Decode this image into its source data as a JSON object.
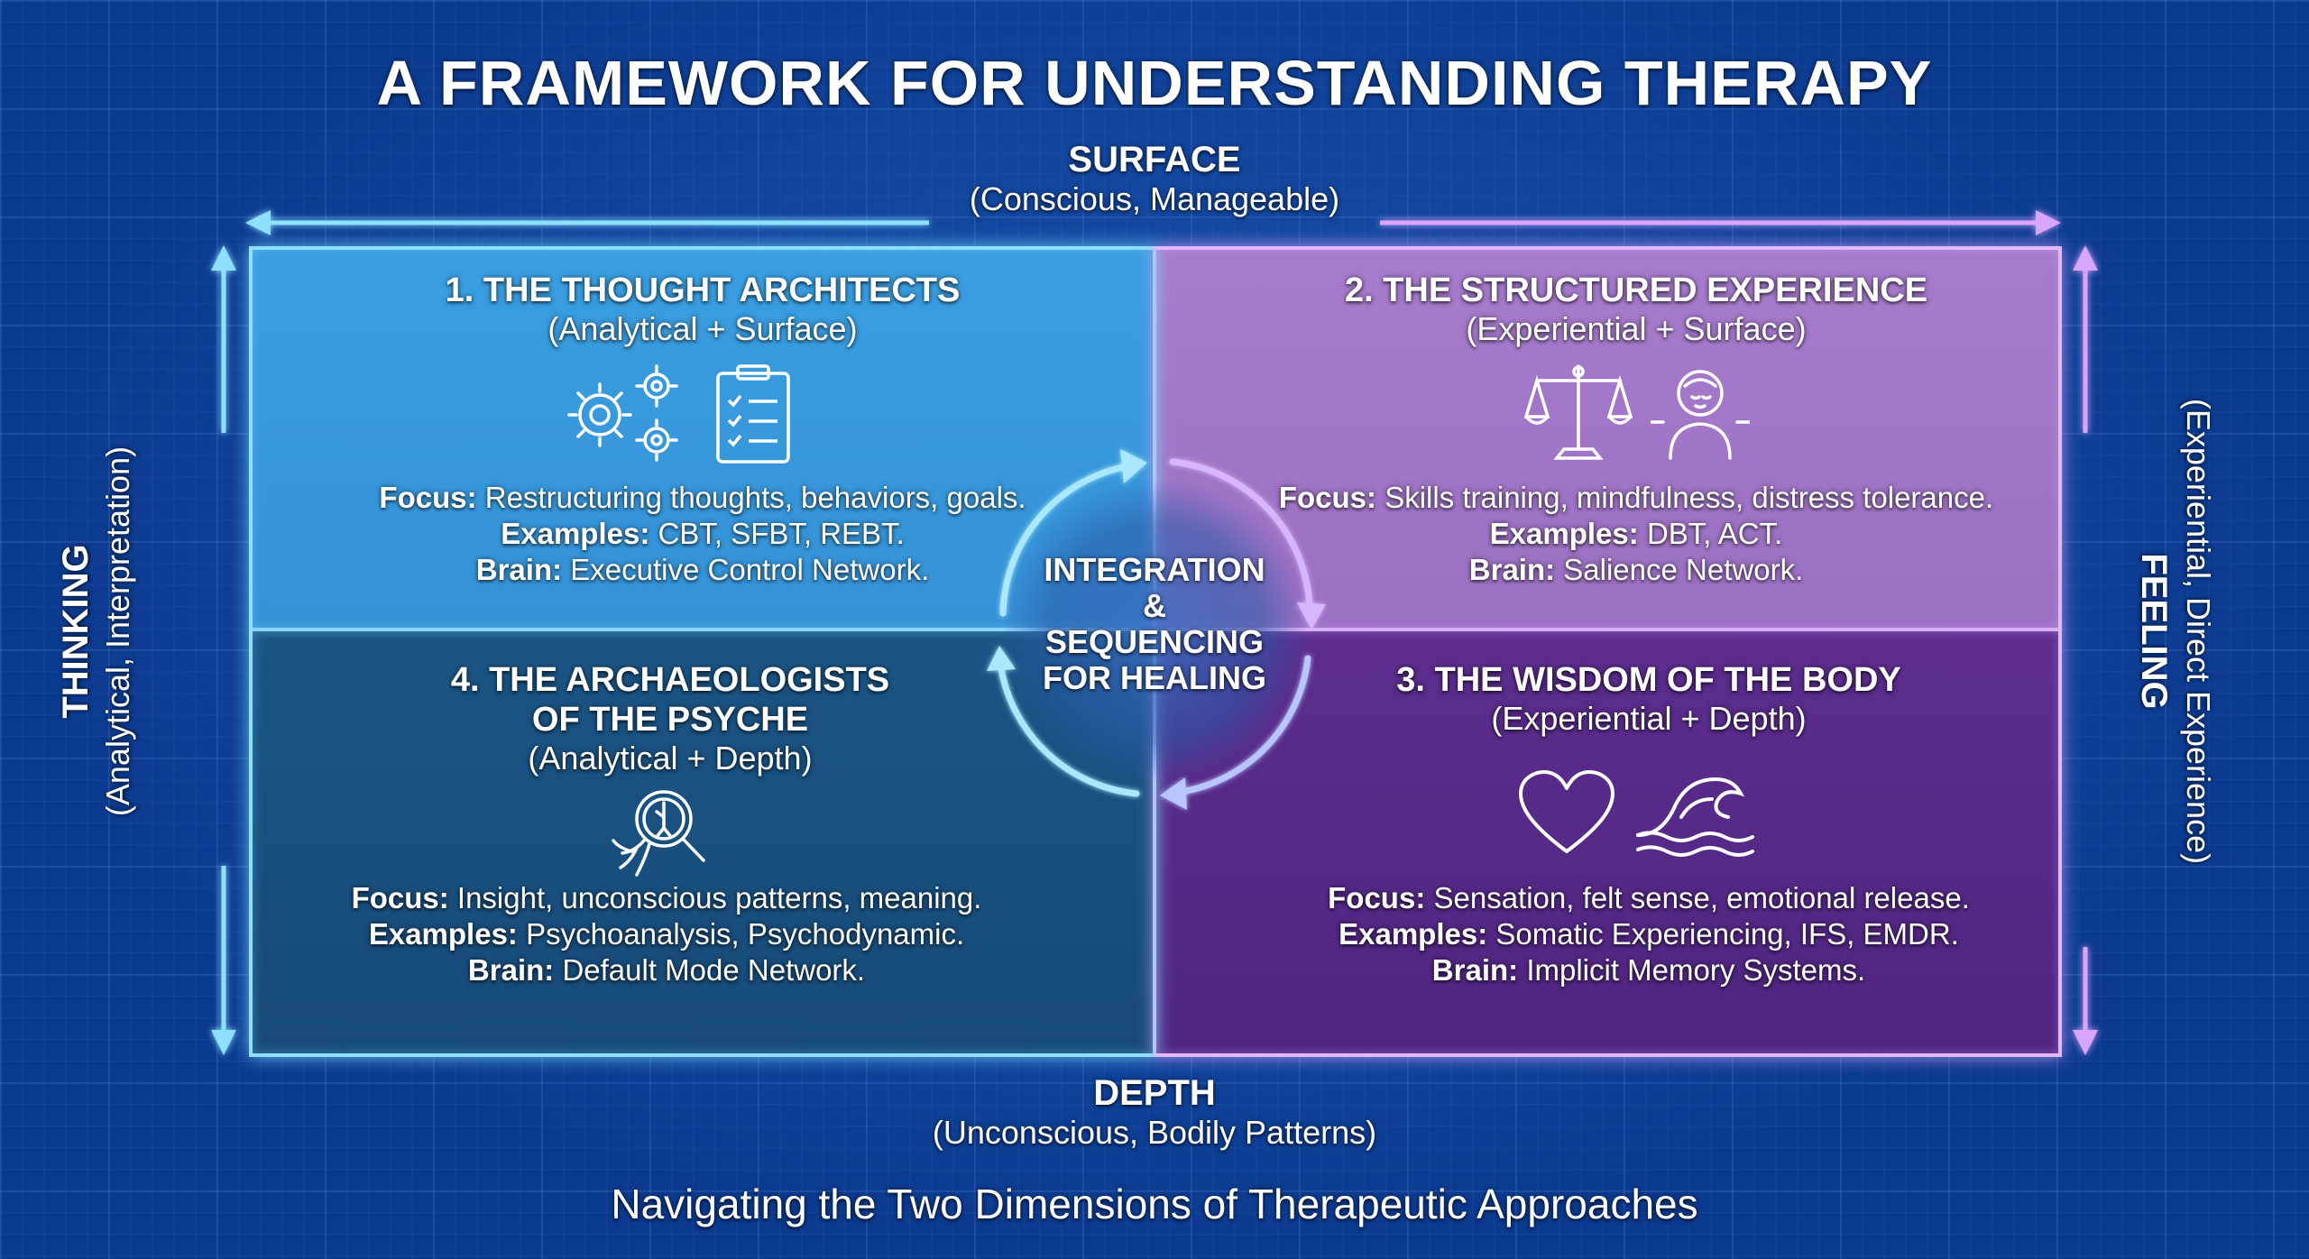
{
  "title": "A FRAMEWORK FOR UNDERSTANDING THERAPY",
  "subtitle": "Navigating the Two Dimensions of Therapeutic Approaches",
  "axes": {
    "top": {
      "label": "SURFACE",
      "sub": "(Conscious, Manageable)"
    },
    "bottom": {
      "label": "DEPTH",
      "sub": "(Unconscious, Bodily Patterns)"
    },
    "left": {
      "label": "THINKING",
      "sub": "(Analytical, Interpretation)"
    },
    "right": {
      "label": "FEELING",
      "sub": "(Experiential, Direct Experience)"
    }
  },
  "center": {
    "line1": "INTEGRATION",
    "line2": "&",
    "line3": "SEQUENCING",
    "line4": "FOR HEALING"
  },
  "quadrants": [
    {
      "title": "1. THE THOUGHT ARCHITECTS",
      "sub": "(Analytical + Surface)",
      "icons": [
        "gears-icon",
        "checklist-icon"
      ],
      "focus_label": "Focus:",
      "focus": "Restructuring thoughts, behaviors, goals.",
      "examples_label": "Examples:",
      "examples": "CBT, SFBT, REBT.",
      "brain_label": "Brain:",
      "brain": "Executive Control Network.",
      "color": "#3a9ee0"
    },
    {
      "title": "2. THE STRUCTURED EXPERIENCE",
      "sub": "(Experiential + Surface)",
      "icons": [
        "scales-icon",
        "meditating-person-icon"
      ],
      "focus_label": "Focus:",
      "focus": "Skills training, mindfulness, distress tolerance.",
      "examples_label": "Examples:",
      "examples": "DBT, ACT.",
      "brain_label": "Brain:",
      "brain": "Salience Network.",
      "color": "#a77ccc"
    },
    {
      "title": "3. THE WISDOM OF THE BODY",
      "sub": "(Experiential + Depth)",
      "icons": [
        "heart-icon",
        "wave-icon"
      ],
      "focus_label": "Focus:",
      "focus": "Sensation, felt sense, emotional release.",
      "examples_label": "Examples:",
      "examples": "Somatic Experiencing, IFS, EMDR.",
      "brain_label": "Brain:",
      "brain": "Implicit Memory Systems.",
      "color": "#5c2d8e"
    },
    {
      "title_line1": "4. THE ARCHAEOLOGISTS",
      "title_line2": "OF THE PSYCHE",
      "sub": "(Analytical + Depth)",
      "icons": [
        "magnifier-roots-icon"
      ],
      "focus_label": "Focus:",
      "focus": "Insight, unconscious patterns, meaning.",
      "examples_label": "Examples:",
      "examples": "Psychoanalysis, Psychodynamic.",
      "brain_label": "Brain:",
      "brain": "Default Mode Network.",
      "color": "#1b5585"
    }
  ],
  "colors": {
    "background": "#0c3a8f",
    "cyan_glow": "#8fe0ff",
    "violet_glow": "#e3b8ff"
  }
}
